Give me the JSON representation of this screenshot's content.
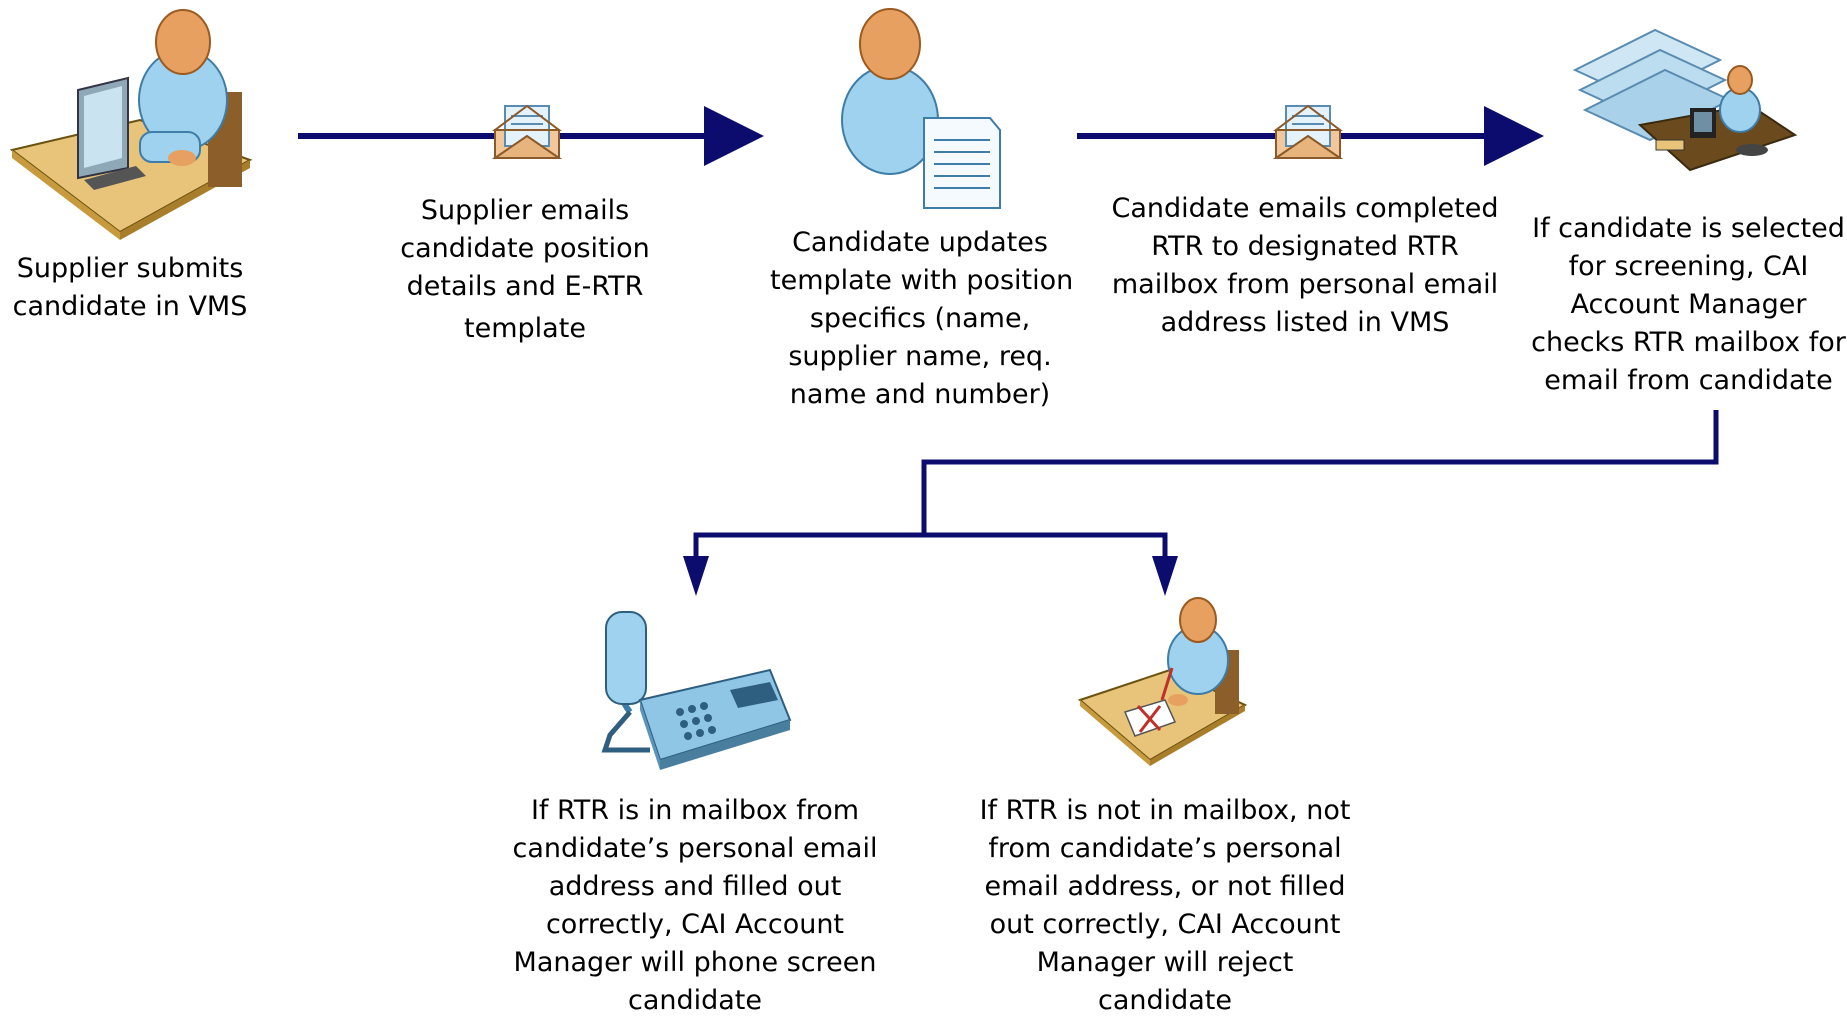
{
  "steps": [
    {
      "id": "supplier-submits",
      "lines": [
        "Supplier submits",
        "candidate in VMS"
      ],
      "icon": "person-at-computer-icon"
    },
    {
      "id": "supplier-emails",
      "lines": [
        "Supplier emails",
        "candidate position",
        "details and E-RTR",
        "template"
      ],
      "icon": "email-envelope-icon"
    },
    {
      "id": "candidate-updates",
      "lines": [
        "Candidate updates",
        "template with position",
        "specifics (name,",
        "supplier name, req.",
        "name and number)"
      ],
      "icon": "person-with-document-icon"
    },
    {
      "id": "candidate-emails",
      "lines": [
        "Candidate emails completed",
        "RTR to designated RTR",
        "mailbox from personal email",
        "address listed in VMS"
      ],
      "icon": "email-envelope-icon"
    },
    {
      "id": "account-manager-checks",
      "lines": [
        "If candidate is selected",
        "for screening, CAI",
        "Account Manager",
        "checks RTR mailbox for",
        "email from candidate"
      ],
      "icon": "person-at-desk-with-documents-icon"
    },
    {
      "id": "phone-screen",
      "lines": [
        "If RTR is in mailbox from",
        "candidate’s personal email",
        "address and filled out",
        "correctly, CAI Account",
        "Manager will phone screen",
        "candidate"
      ],
      "icon": "telephone-icon"
    },
    {
      "id": "reject",
      "lines": [
        "If RTR is not in mailbox, not",
        "from candidate’s personal",
        "email address, or not filled",
        "out correctly, CAI Account",
        "Manager will reject",
        "candidate"
      ],
      "icon": "person-rejecting-form-icon"
    }
  ],
  "colors": {
    "connector": "#0c0c6e",
    "skin": "#e8a060",
    "shirt": "#9ed2ee",
    "desk": "#e7c47a",
    "envelope": "#f2c89a"
  }
}
